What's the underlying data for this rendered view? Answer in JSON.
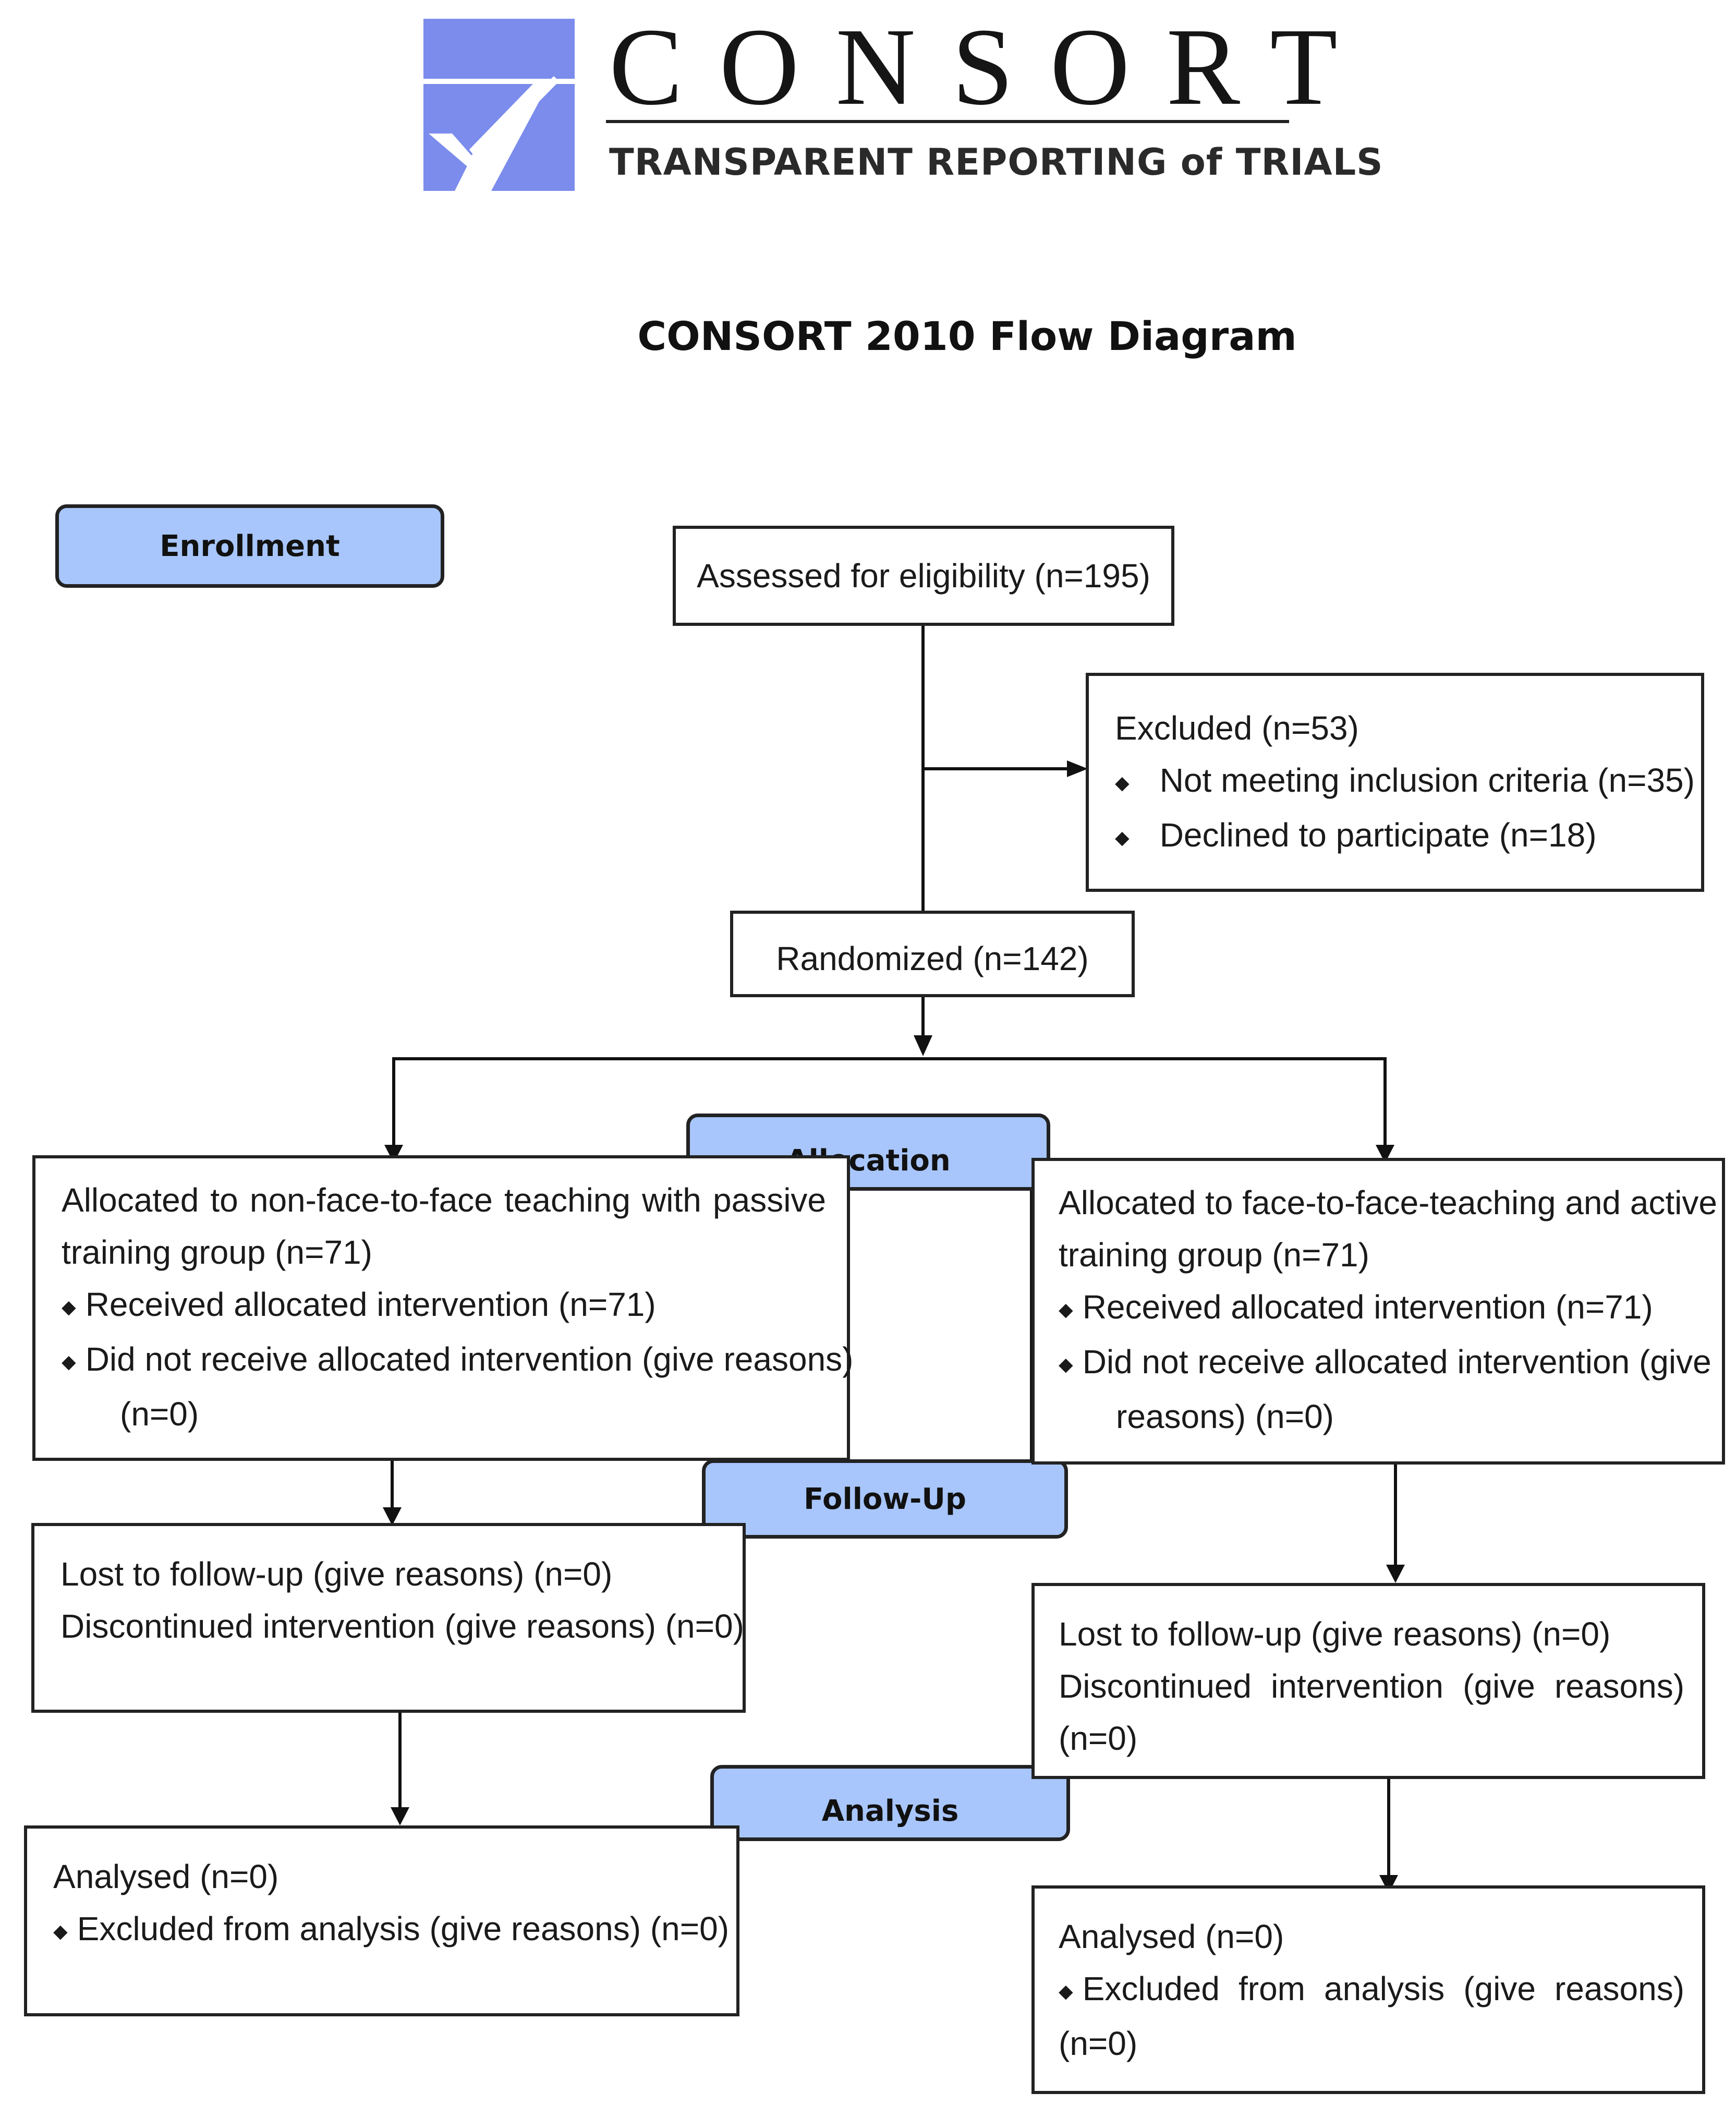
{
  "logo": {
    "wordmark": "CONSORT",
    "tagline": "TRANSPARENT REPORTING of TRIALS",
    "colors": {
      "mark": "#7b8cec"
    }
  },
  "title": "CONSORT 2010 Flow Diagram",
  "stages": {
    "enrollment": "Enrollment",
    "allocation": "Allocation",
    "follow_up": "Follow-Up",
    "analysis": "Analysis"
  },
  "enrollment": {
    "assessed": "Assessed for eligibility (n=195)",
    "excluded": {
      "title": "Excluded (n=53)",
      "items": [
        "Not meeting inclusion criteria (n=35)",
        "Declined to participate (n=18)"
      ]
    },
    "randomized": "Randomized (n=142)"
  },
  "left_arm": {
    "allocation": {
      "lines": [
        "Allocated to non-face-to-face teaching with passive",
        "training group (n=71)"
      ],
      "items": [
        "Received allocated intervention (n=71)",
        "Did not receive allocated intervention (give reasons)"
      ],
      "trailer": "(n=0)"
    },
    "follow_up": [
      "Lost to follow-up (give reasons) (n=0)",
      "Discontinued intervention (give reasons) (n=0)"
    ],
    "analysis": {
      "title": "Analysed (n=0)",
      "items": [
        "Excluded from analysis (give reasons) (n=0)"
      ]
    }
  },
  "right_arm": {
    "allocation": {
      "lines": [
        "Allocated to face-to-face-teaching and active",
        "training group (n=71)"
      ],
      "items": [
        "Received allocated intervention (n=71)",
        "Did not receive allocated intervention (give"
      ],
      "trailer": "reasons) (n=0)"
    },
    "follow_up": [
      "Lost to follow-up (give reasons) (n=0)",
      "Discontinued intervention (give reasons)",
      "(n=0)"
    ],
    "analysis": {
      "title": "Analysed (n=0)",
      "items": [
        "Excluded from analysis (give reasons)"
      ],
      "trailer": "(n=0)"
    }
  },
  "bullet_glyph": "◆"
}
